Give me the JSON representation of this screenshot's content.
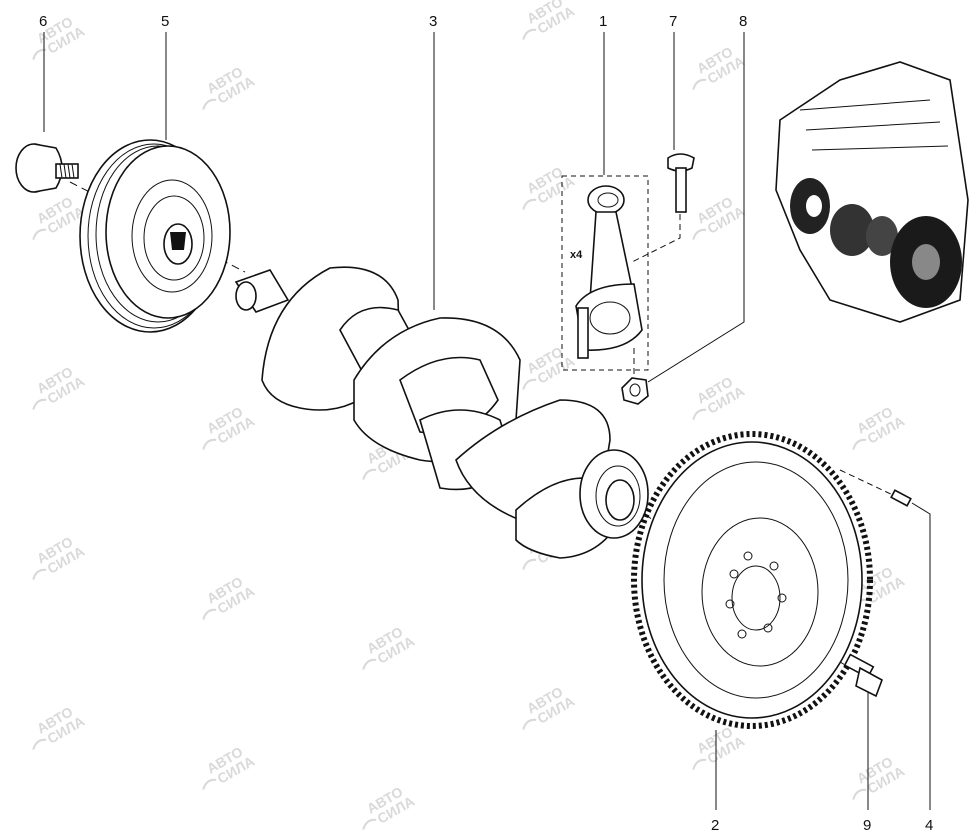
{
  "callouts": [
    {
      "id": "c6",
      "text": "6"
    },
    {
      "id": "c5",
      "text": "5"
    },
    {
      "id": "c3",
      "text": "3"
    },
    {
      "id": "c1",
      "text": "1"
    },
    {
      "id": "c7",
      "text": "7"
    },
    {
      "id": "c8",
      "text": "8"
    },
    {
      "id": "c2",
      "text": "2"
    },
    {
      "id": "c9",
      "text": "9"
    },
    {
      "id": "c4",
      "text": "4"
    }
  ],
  "rod_quantity_label": "x4",
  "watermark": {
    "line1": "АВТО",
    "line2": "СИЛА"
  }
}
